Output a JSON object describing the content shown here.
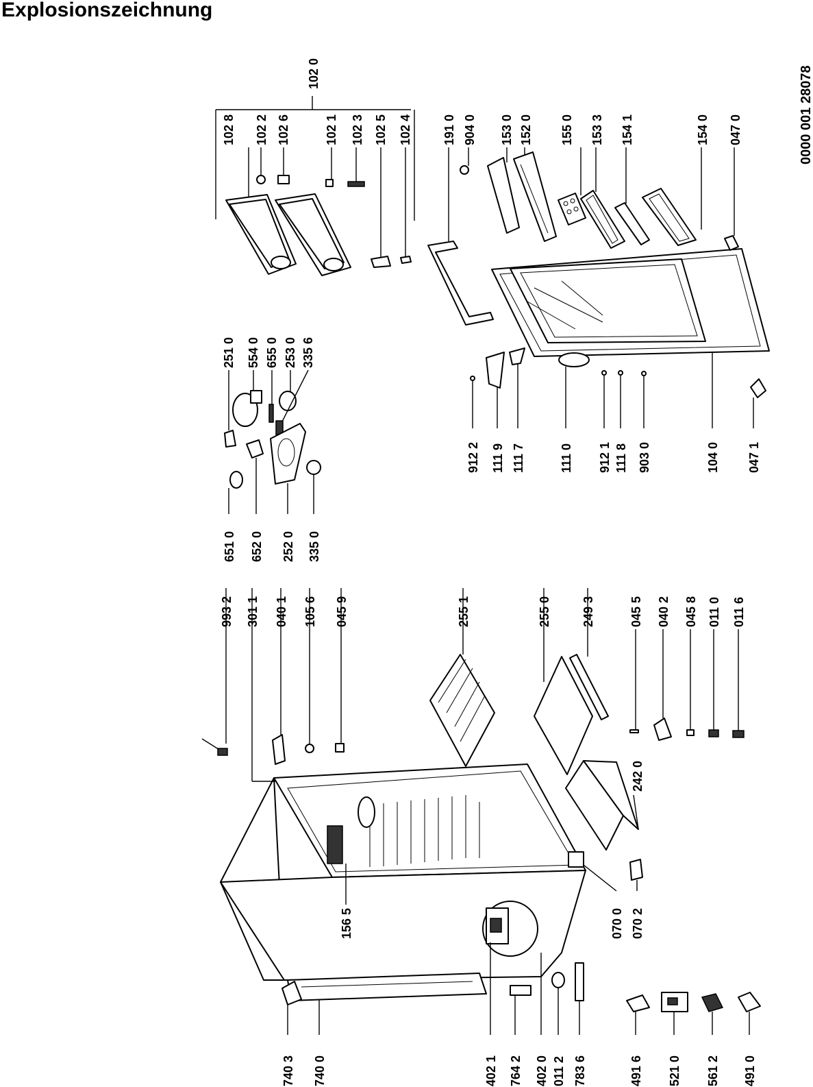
{
  "title": "Explosionszeichnung",
  "document_number": "0000 001 28078",
  "parts": [
    {
      "id": "group-1020",
      "label": "102 0"
    },
    {
      "id": "p1028",
      "label": "102 8"
    },
    {
      "id": "p1022",
      "label": "102 2"
    },
    {
      "id": "p1026",
      "label": "102 6"
    },
    {
      "id": "p1021",
      "label": "102 1"
    },
    {
      "id": "p1023",
      "label": "102 3"
    },
    {
      "id": "p1025",
      "label": "102 5"
    },
    {
      "id": "p1024",
      "label": "102 4"
    },
    {
      "id": "p1910",
      "label": "191 0"
    },
    {
      "id": "p9040",
      "label": "904 0"
    },
    {
      "id": "p1530",
      "label": "153 0"
    },
    {
      "id": "p1520",
      "label": "152 0"
    },
    {
      "id": "p1550",
      "label": "155 0"
    },
    {
      "id": "p1533",
      "label": "153 3"
    },
    {
      "id": "p1541",
      "label": "154 1"
    },
    {
      "id": "p1540",
      "label": "154 0"
    },
    {
      "id": "p0470",
      "label": "047 0"
    },
    {
      "id": "p2510",
      "label": "251 0"
    },
    {
      "id": "p5540",
      "label": "554 0"
    },
    {
      "id": "p6550",
      "label": "655 0"
    },
    {
      "id": "p2530",
      "label": "253 0"
    },
    {
      "id": "p3356",
      "label": "335 6"
    },
    {
      "id": "p6510",
      "label": "651 0"
    },
    {
      "id": "p6520",
      "label": "652 0"
    },
    {
      "id": "p2520",
      "label": "252 0"
    },
    {
      "id": "p3350",
      "label": "335 0"
    },
    {
      "id": "p9122",
      "label": "912 2"
    },
    {
      "id": "p1119",
      "label": "111 9"
    },
    {
      "id": "p1117",
      "label": "111 7"
    },
    {
      "id": "p1110",
      "label": "111 0"
    },
    {
      "id": "p9121",
      "label": "912 1"
    },
    {
      "id": "p1118",
      "label": "111 8"
    },
    {
      "id": "p9030",
      "label": "903 0"
    },
    {
      "id": "p1040",
      "label": "104 0"
    },
    {
      "id": "p0471",
      "label": "047 1"
    },
    {
      "id": "p9932",
      "label": "993 2"
    },
    {
      "id": "p3011",
      "label": "301 1"
    },
    {
      "id": "p0401",
      "label": "040 1"
    },
    {
      "id": "p1056",
      "label": "105 6"
    },
    {
      "id": "p0459",
      "label": "045 9"
    },
    {
      "id": "p2551",
      "label": "255 1"
    },
    {
      "id": "p2550",
      "label": "255 0"
    },
    {
      "id": "p2493",
      "label": "249 3"
    },
    {
      "id": "p0455",
      "label": "045 5"
    },
    {
      "id": "p0402",
      "label": "040 2"
    },
    {
      "id": "p0458",
      "label": "045 8"
    },
    {
      "id": "p0110",
      "label": "011 0"
    },
    {
      "id": "p0116",
      "label": "011 6"
    },
    {
      "id": "p2420",
      "label": "242 0"
    },
    {
      "id": "p1565",
      "label": "156 5"
    },
    {
      "id": "p0700",
      "label": "070 0"
    },
    {
      "id": "p0702",
      "label": "070 2"
    },
    {
      "id": "p7403",
      "label": "740 3"
    },
    {
      "id": "p7400",
      "label": "740 0"
    },
    {
      "id": "p4021",
      "label": "402 1"
    },
    {
      "id": "p7642",
      "label": "764 2"
    },
    {
      "id": "p4020",
      "label": "402 0"
    },
    {
      "id": "p0112",
      "label": "011 2"
    },
    {
      "id": "p7836",
      "label": "783 6"
    },
    {
      "id": "p4916",
      "label": "491 6"
    },
    {
      "id": "p5210",
      "label": "521 0"
    },
    {
      "id": "p5612",
      "label": "561 2"
    },
    {
      "id": "p4910",
      "label": "491 0"
    }
  ]
}
